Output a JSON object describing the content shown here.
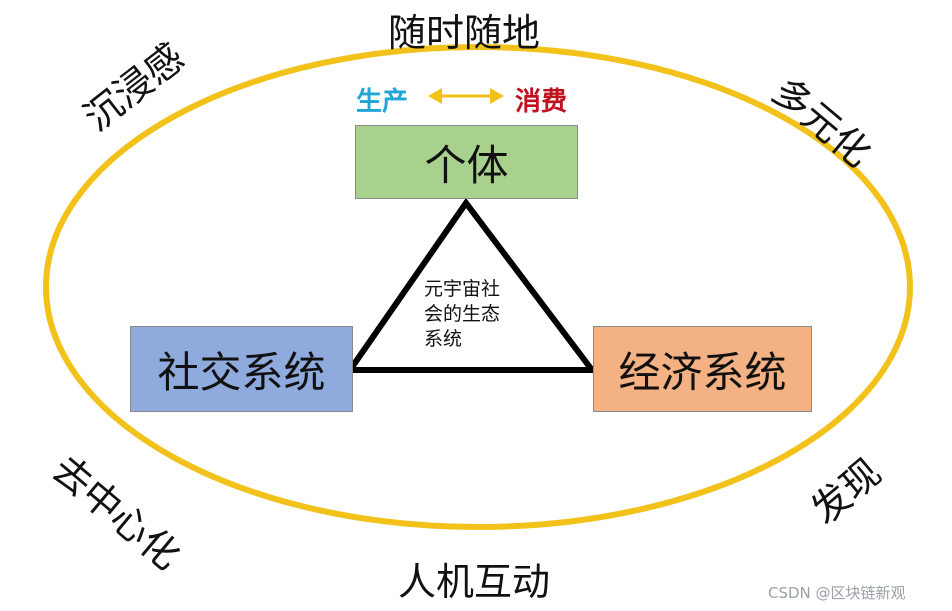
{
  "labels": {
    "top": "随时随地",
    "bottom": "人机互动",
    "top_left": "沉浸感",
    "top_right": "多元化",
    "bottom_left": "去中心化",
    "bottom_right": "发现"
  },
  "production": {
    "produce": "生产",
    "consume": "消费"
  },
  "nodes": {
    "individual": "个体",
    "social": "社交系统",
    "economic": "经济系统"
  },
  "center_text": {
    "line1": "元宇宙社",
    "line2": "会的生态",
    "line3": "系统"
  },
  "watermark": "CSDN @区块链新观",
  "colors": {
    "ellipse": "#f2c21b",
    "produce": "#1fa6d6",
    "consume": "#c0111f",
    "arrow": "#f2c21b",
    "individual_box": "#a9d18e",
    "social_box": "#8faadc",
    "economic_box": "#f4b183"
  }
}
